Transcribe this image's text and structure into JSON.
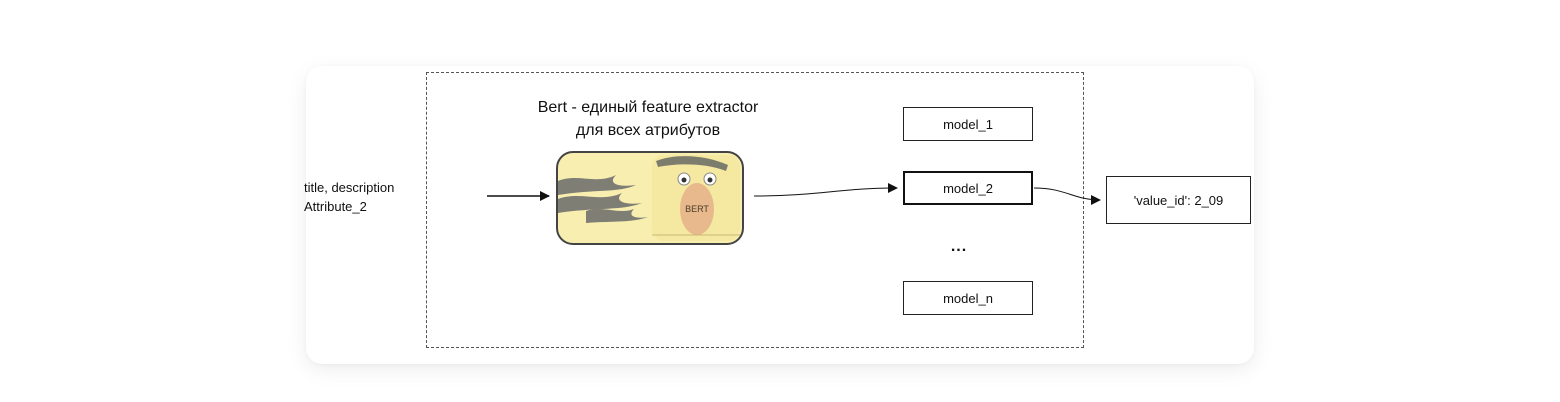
{
  "input": {
    "line1": "title, description",
    "line2": "Attribute_2"
  },
  "bert": {
    "title_line1": "Bert - единый feature extractor",
    "title_line2": "для всех атрибутов",
    "badge": "BERT"
  },
  "models": {
    "model_1": "model_1",
    "model_2": "model_2",
    "ellipsis": "...",
    "model_n": "model_n"
  },
  "output": {
    "value": "'value_id': 2_09"
  },
  "colors": {
    "bert_fill": "#f7eeb0",
    "bert_border": "#444444",
    "flame": "#6b6b6b",
    "beak": "#e7b48a",
    "stroke": "#222222"
  }
}
